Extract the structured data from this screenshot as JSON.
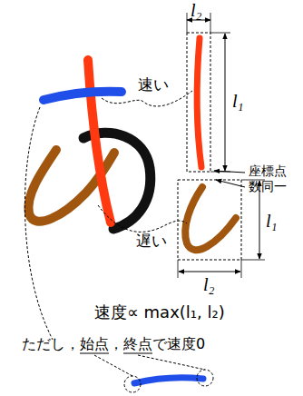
{
  "diagram": {
    "labels": [
      "速い",
      "l₁",
      "l₂",
      "座標点 数同一",
      "l₁",
      "遅い",
      "l₂",
      "速度∝ max(l₁, l₂)",
      "ただし，始点，終点で速度0"
    ]
  }
}
